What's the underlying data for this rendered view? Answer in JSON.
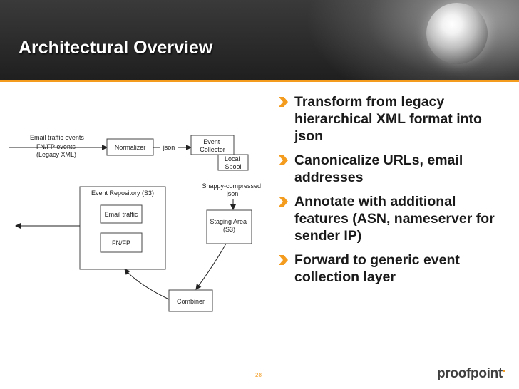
{
  "slide": {
    "title": "Architectural Overview",
    "page_number": "28",
    "logo": "proofpoint",
    "accent_color": "#f39c1e"
  },
  "diagram": {
    "input_label": [
      "Email traffic events",
      "FN/FP events",
      "(Legacy XML)"
    ],
    "normalizer": "Normalizer",
    "json_label": "json",
    "event_collector": [
      "Event",
      "Collector"
    ],
    "local_spool": [
      "Local",
      "Spool"
    ],
    "snappy_label": [
      "Snappy-compressed",
      "json"
    ],
    "staging_area": [
      "Staging Area",
      "(S3)"
    ],
    "combiner": "Combiner",
    "event_repository": "Event Repository (S3)",
    "email_traffic": "Email traffic",
    "fnfp": "FN/FP"
  },
  "bullets": [
    "Transform from legacy hierarchical XML format into json",
    "Canonicalize URLs, email addresses",
    "Annotate with additional features (ASN, nameserver for sender IP)",
    "Forward to generic event collection layer"
  ]
}
